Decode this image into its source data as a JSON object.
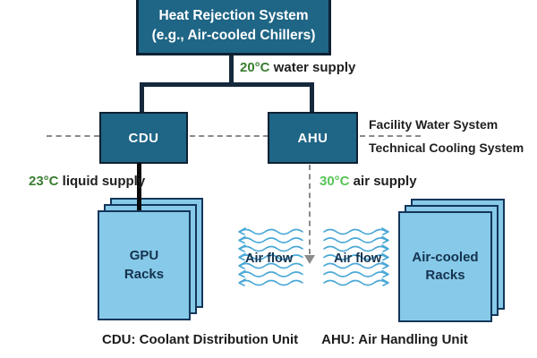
{
  "diagram": {
    "top_box": {
      "line1": "Heat Rejection System",
      "line2": "(e.g., Air-cooled Chillers)"
    },
    "nodes": {
      "cdu": "CDU",
      "ahu": "AHU",
      "gpu_racks": "GPU Racks",
      "air_cooled_racks": "Air-cooled Racks"
    },
    "labels": {
      "water_supply_temp": "20°C",
      "water_supply_text": " water supply",
      "liquid_supply_temp": "23°C",
      "liquid_supply_text": " liquid supply",
      "air_supply_temp": "30°C",
      "air_supply_text": " air supply",
      "facility_water_system": "Facility Water System",
      "technical_cooling_system": "Technical Cooling System"
    },
    "air_flow": {
      "left_label": "Air flow",
      "right_label": "Air flow"
    },
    "legend": {
      "cdu": "CDU: Coolant Distribution Unit",
      "ahu": "AHU: Air Handling Unit"
    },
    "colors": {
      "node_fill": "#1f6585",
      "node_border": "#0d2133",
      "rack_fill": "#87c9e8",
      "rack_border": "#13365a",
      "wave_blue": "#4aa8d6",
      "green_dark": "#3a7d32",
      "green_light": "#56c556",
      "dash_gray": "#8a8a8a",
      "connector_navy": "#16293c"
    }
  }
}
